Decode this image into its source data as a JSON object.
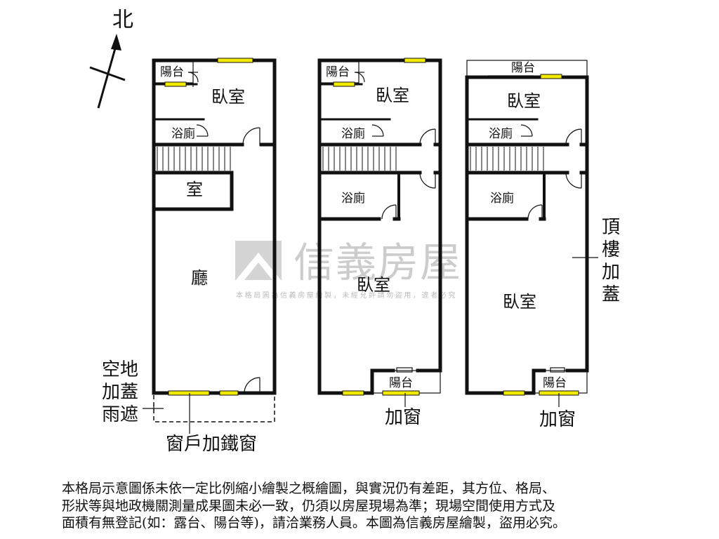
{
  "compass": {
    "north": "北"
  },
  "floor1": {
    "balcony": "陽台",
    "bedroom": "臥室",
    "bathroom": "浴廁",
    "room": "室",
    "hall": "廳"
  },
  "floor2": {
    "balcony_back": "陽台",
    "bedroom_back": "臥室",
    "bathroom_1": "浴廁",
    "bathroom_2": "浴廁",
    "bedroom_front": "臥室",
    "balcony_front": "陽台"
  },
  "floor3": {
    "balcony_back": "陽台",
    "bedroom_back": "臥室",
    "bathroom_1": "浴廁",
    "bathroom_2": "浴廁",
    "bedroom_front": "臥室",
    "balcony_front": "陽台"
  },
  "annotations": {
    "canopy": [
      "空地",
      "加蓋",
      "雨遮"
    ],
    "iron_window": "窗戶加鐵窗",
    "add_window_2": "加窗",
    "add_window_3": "加窗",
    "rooftop": [
      "頂",
      "樓",
      "加",
      "蓋"
    ]
  },
  "watermark": {
    "brand": "信義房屋",
    "notice": "本格局圖為信義房屋繪製，未經允許請勿盜用，違者必究"
  },
  "disclaimer": [
    "本格局示意圖係未依一定比例縮小繪製之概繪圖，與實況仍有差距，其方位、格局、",
    "形狀等與地政機關測量成果圖未必一致，仍須以房屋現場為準；現場空間使用方式及",
    "面積有無登記(如：露台、陽台等)，請洽業務人員。本圖為信義房屋繪製，盜用必究。"
  ],
  "colors": {
    "wall": "#111111",
    "window": "#f2ea00",
    "watermark": "#cfcfcf"
  }
}
